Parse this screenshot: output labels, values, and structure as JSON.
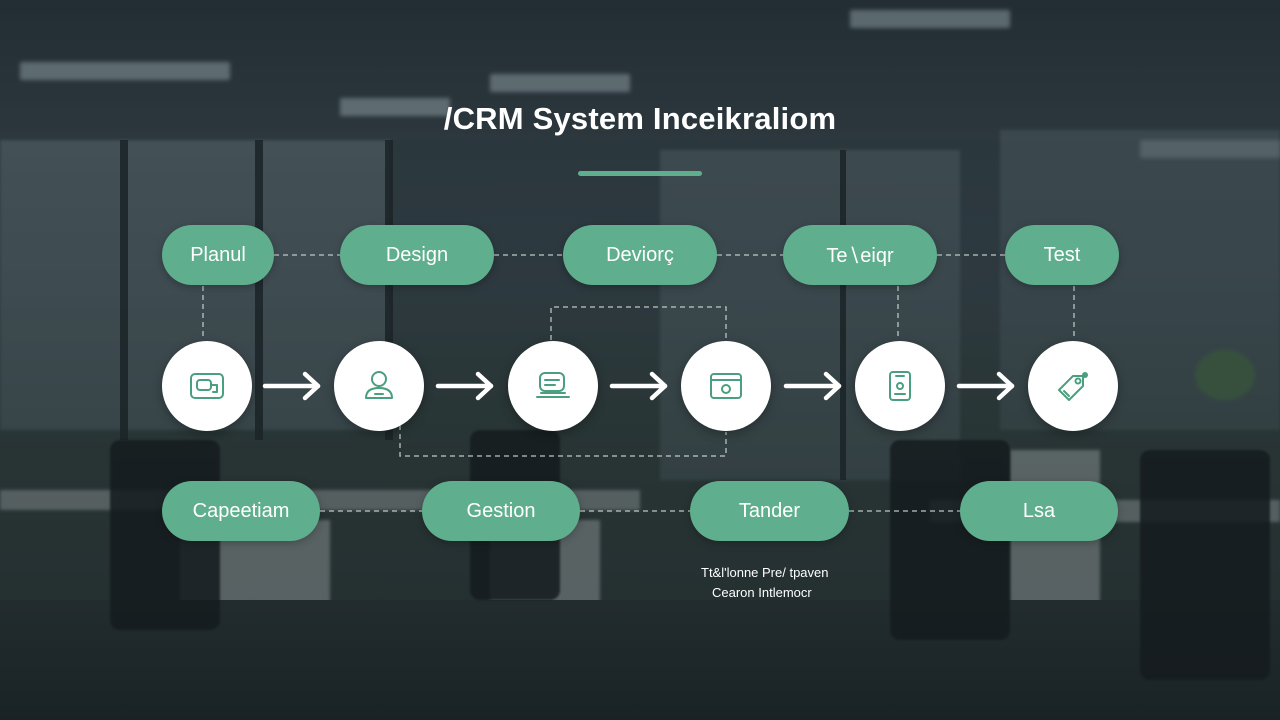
{
  "title": "/CRM System Inceikraliom",
  "colors": {
    "accent": "#5fae8e",
    "node_fill": "#ffffff",
    "text": "#ffffff",
    "connector": "#cfd8d6",
    "arrow": "#ffffff"
  },
  "top_stages": [
    "Planul",
    "Design",
    "Deviorç",
    "Te∖eiqr",
    "Test"
  ],
  "steps": [
    {
      "icon": "card-icon"
    },
    {
      "icon": "user-icon"
    },
    {
      "icon": "database-icon"
    },
    {
      "icon": "monitor-icon"
    },
    {
      "icon": "mobile-icon"
    },
    {
      "icon": "tag-icon"
    }
  ],
  "bottom_stages": [
    "Capeetiam",
    "Gestion",
    "Tander",
    "Lsa"
  ],
  "caption": {
    "line1": "Tt&l'lonne Pre/ tpaven",
    "line2": "Cearon Intlemocr"
  }
}
